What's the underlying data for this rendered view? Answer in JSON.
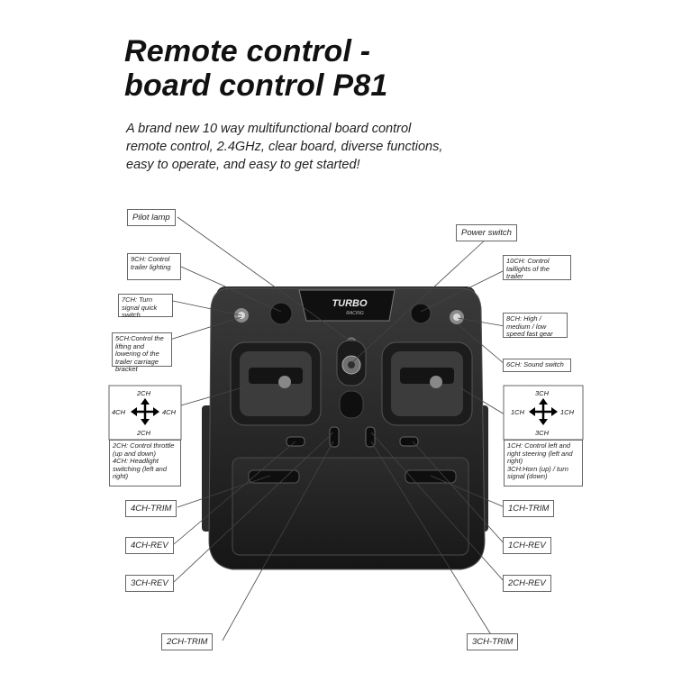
{
  "header": {
    "title_line1": "Remote control -",
    "title_line2": "board control P81",
    "subtitle_line1": "A brand new 10 way multifunctional board control",
    "subtitle_line2": "remote control, 2.4GHz, clear board, diverse functions,",
    "subtitle_line3": "easy to operate, and easy to get started!"
  },
  "device": {
    "brand": "TURBO",
    "brand_sub": "RACING"
  },
  "labels": {
    "pilot_lamp": "Pilot lamp",
    "power_switch": "Power switch",
    "ch9": "9CH: Control trailer lighting",
    "ch10": "10CH: Control taillights of the trailer",
    "ch7": "7CH: Turn signal quick switch",
    "ch8": "8CH: High / medium / low speed fast gear",
    "ch5": "5CH:Control the lifting and lowering of the trailer carriage bracket",
    "ch6": "6CH: Sound switch",
    "ch2_desc": "2CH: Control throttle (up and down)",
    "ch4_desc": "4CH: Headlight switching (left and right)",
    "ch1_desc": "1CH: Control left and right steering (left and right)",
    "ch3_desc": "3CH:Horn (up) / turn signal (down)",
    "ch4_trim": "4CH-TRIM",
    "ch4_rev": "4CH-REV",
    "ch3_rev": "3CH-REV",
    "ch2_trim": "2CH-TRIM",
    "ch1_trim": "1CH-TRIM",
    "ch1_rev": "1CH-REV",
    "ch2_rev": "2CH-REV",
    "ch3_trim": "3CH-TRIM"
  },
  "left_cross": {
    "top": "2CH",
    "bottom": "2CH",
    "left": "4CH",
    "right": "4CH"
  },
  "right_cross": {
    "top": "3CH",
    "bottom": "3CH",
    "left": "1CH",
    "right": "1CH"
  }
}
